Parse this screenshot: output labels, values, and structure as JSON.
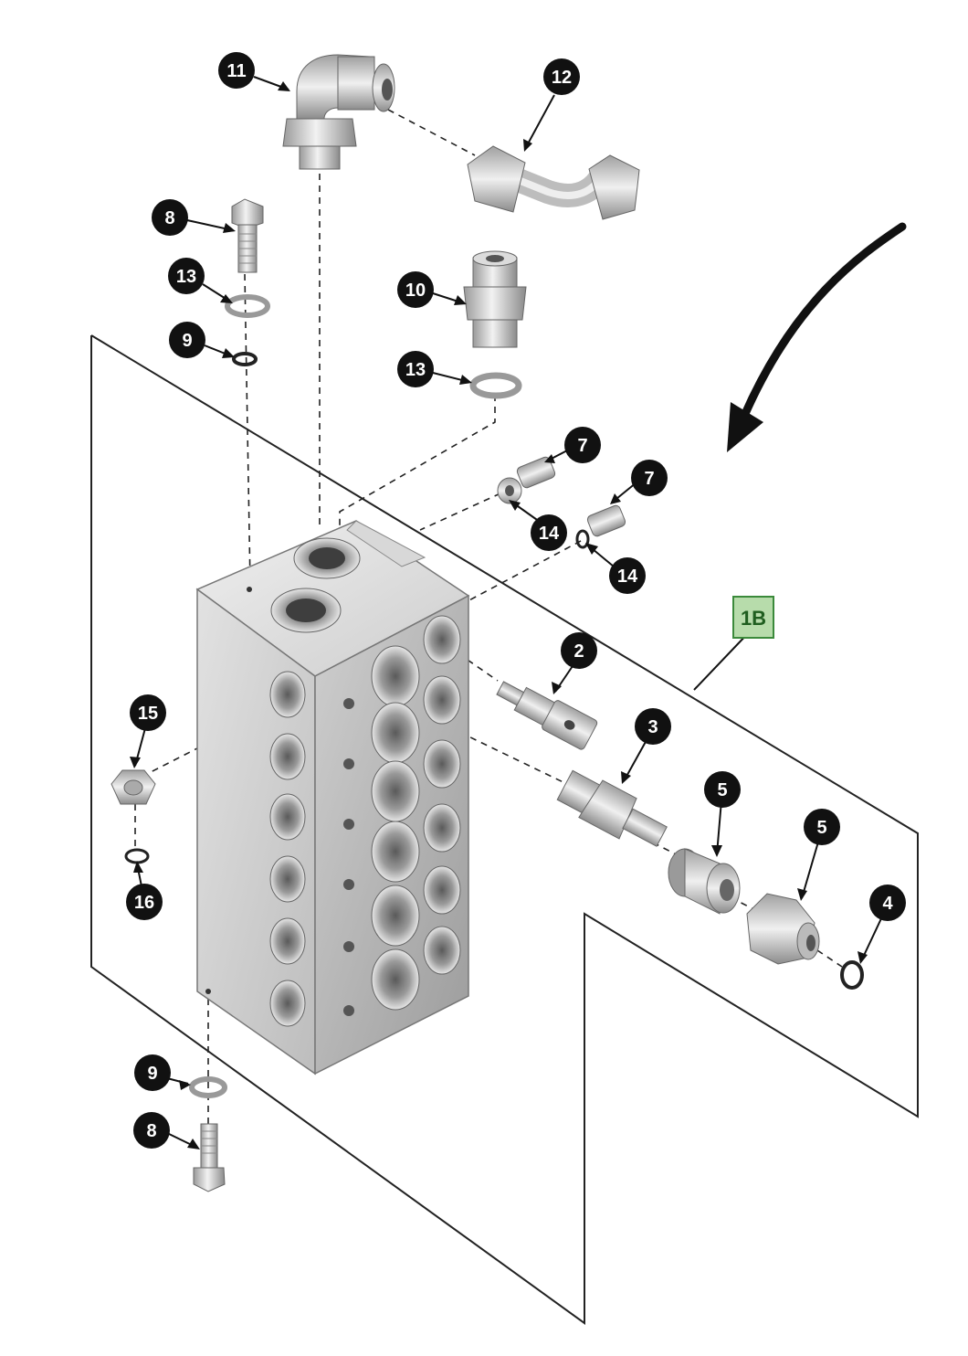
{
  "figure": {
    "reference_tag": "1B",
    "colors": {
      "callout_fill": "#111111",
      "callout_text": "#ffffff",
      "reference_tag_fill": "#b7dcab",
      "reference_tag_border": "#3b8a3b",
      "metal_light": "#dcdcdc",
      "metal_dark": "#8e8e8e",
      "outline": "#222222"
    }
  },
  "callouts": [
    {
      "id": "c11",
      "label": "11"
    },
    {
      "id": "c12",
      "label": "12"
    },
    {
      "id": "c8a",
      "label": "8"
    },
    {
      "id": "c13a",
      "label": "13"
    },
    {
      "id": "c9a",
      "label": "9"
    },
    {
      "id": "c10",
      "label": "10"
    },
    {
      "id": "c13b",
      "label": "13"
    },
    {
      "id": "c7a",
      "label": "7"
    },
    {
      "id": "c7b",
      "label": "7"
    },
    {
      "id": "c14a",
      "label": "14"
    },
    {
      "id": "c14b",
      "label": "14"
    },
    {
      "id": "c2",
      "label": "2"
    },
    {
      "id": "c3",
      "label": "3"
    },
    {
      "id": "c5a",
      "label": "5"
    },
    {
      "id": "c5b",
      "label": "5"
    },
    {
      "id": "c4",
      "label": "4"
    },
    {
      "id": "c15",
      "label": "15"
    },
    {
      "id": "c16",
      "label": "16"
    },
    {
      "id": "c9b",
      "label": "9"
    },
    {
      "id": "c8b",
      "label": "8"
    }
  ]
}
